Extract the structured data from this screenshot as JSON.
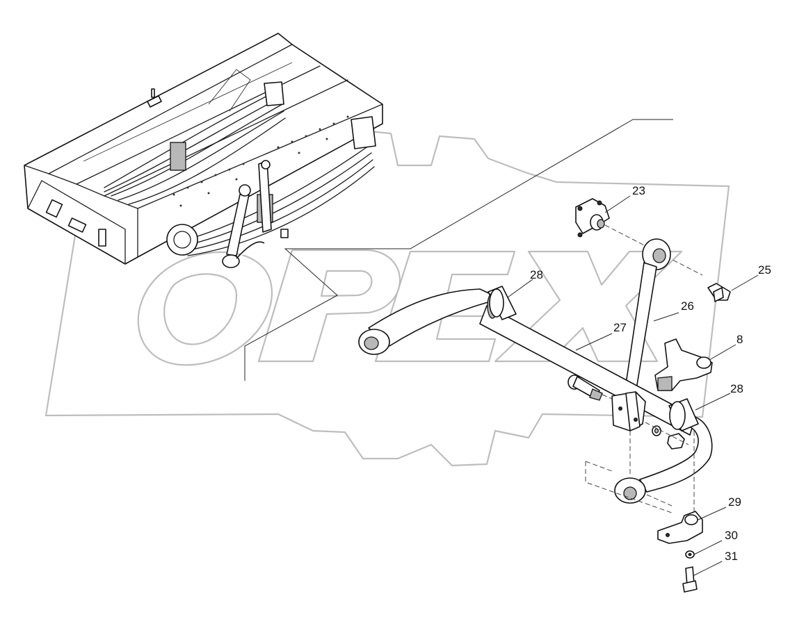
{
  "watermark": {
    "brand": "OPEX"
  },
  "callouts": {
    "c23": "23",
    "c25": "25",
    "c28a": "28",
    "c26": "26",
    "c27": "27",
    "c8": "8",
    "c28b": "28",
    "c29": "29",
    "c30": "30",
    "c31": "31"
  },
  "icons": [
    "frame-assembly-icon",
    "stabilizer-bar-icon",
    "bolt-icon",
    "nut-icon",
    "washer-icon",
    "clamp-icon",
    "bracket-icon"
  ]
}
